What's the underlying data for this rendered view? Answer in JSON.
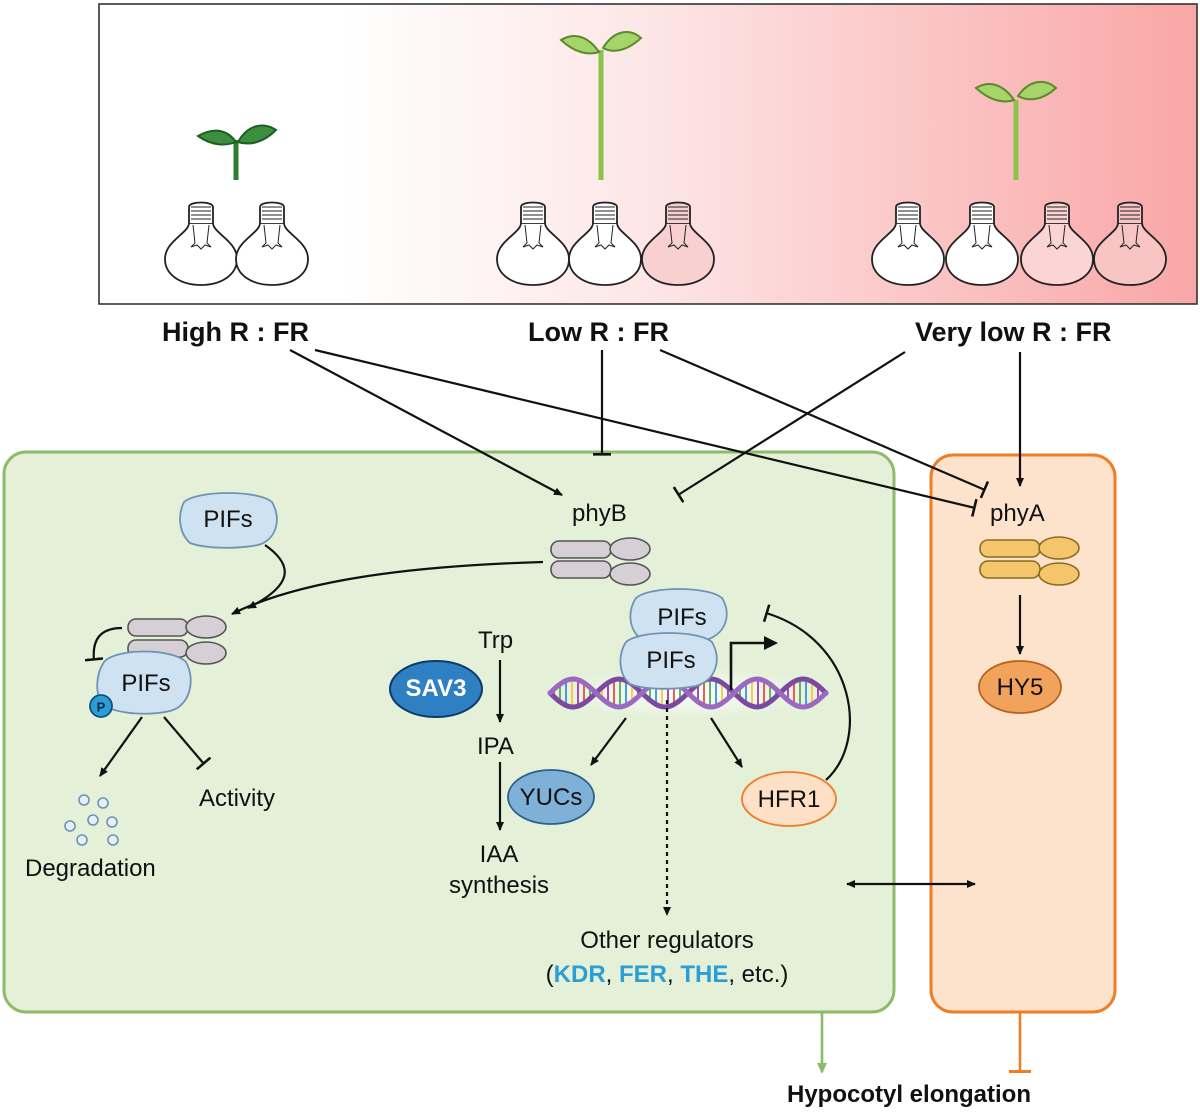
{
  "conditions": {
    "high": "High R : FR",
    "low": "Low R : FR",
    "very_low": "Very low R : FR"
  },
  "labels": {
    "phyB": "phyB",
    "phyA": "phyA",
    "pifs": "PIFs",
    "phospho": "P",
    "activity": "Activity",
    "degradation": "Degradation",
    "trp": "Trp",
    "ipa": "IPA",
    "iaa_line1": "IAA",
    "iaa_line2": "synthesis",
    "sav3": "SAV3",
    "yucs": "YUCs",
    "hfr1": "HFR1",
    "hy5": "HY5",
    "other_regulators": "Other regulators",
    "regulators_open": "(",
    "kdr": "KDR",
    "sep1": ", ",
    "fer": "FER",
    "sep2": ", ",
    "the": "THE",
    "etc": ", etc.)",
    "hypocotyl": "Hypocotyl elongation"
  },
  "colors": {
    "green_panel_fill": "#e4f0d8",
    "green_panel_stroke": "#8dbb6a",
    "orange_panel_fill": "#fde3cc",
    "orange_panel_stroke": "#ef7d27",
    "pif_fill": "#cfe2f1",
    "sav3_fill": "#2f7fc3",
    "yucs_fill": "#7fb0d8",
    "hfr1_fill": "#fde0c6",
    "hy5_fill": "#f2a35b",
    "highlight": "#2b9ed6",
    "seedling_dark": "#2e7d32",
    "seedling_light": "#8bc34a"
  },
  "icons": [
    "seedling-icon",
    "light-bulb-icon",
    "dna-helix-icon",
    "photoreceptor-icon",
    "degradation-dots-icon"
  ]
}
